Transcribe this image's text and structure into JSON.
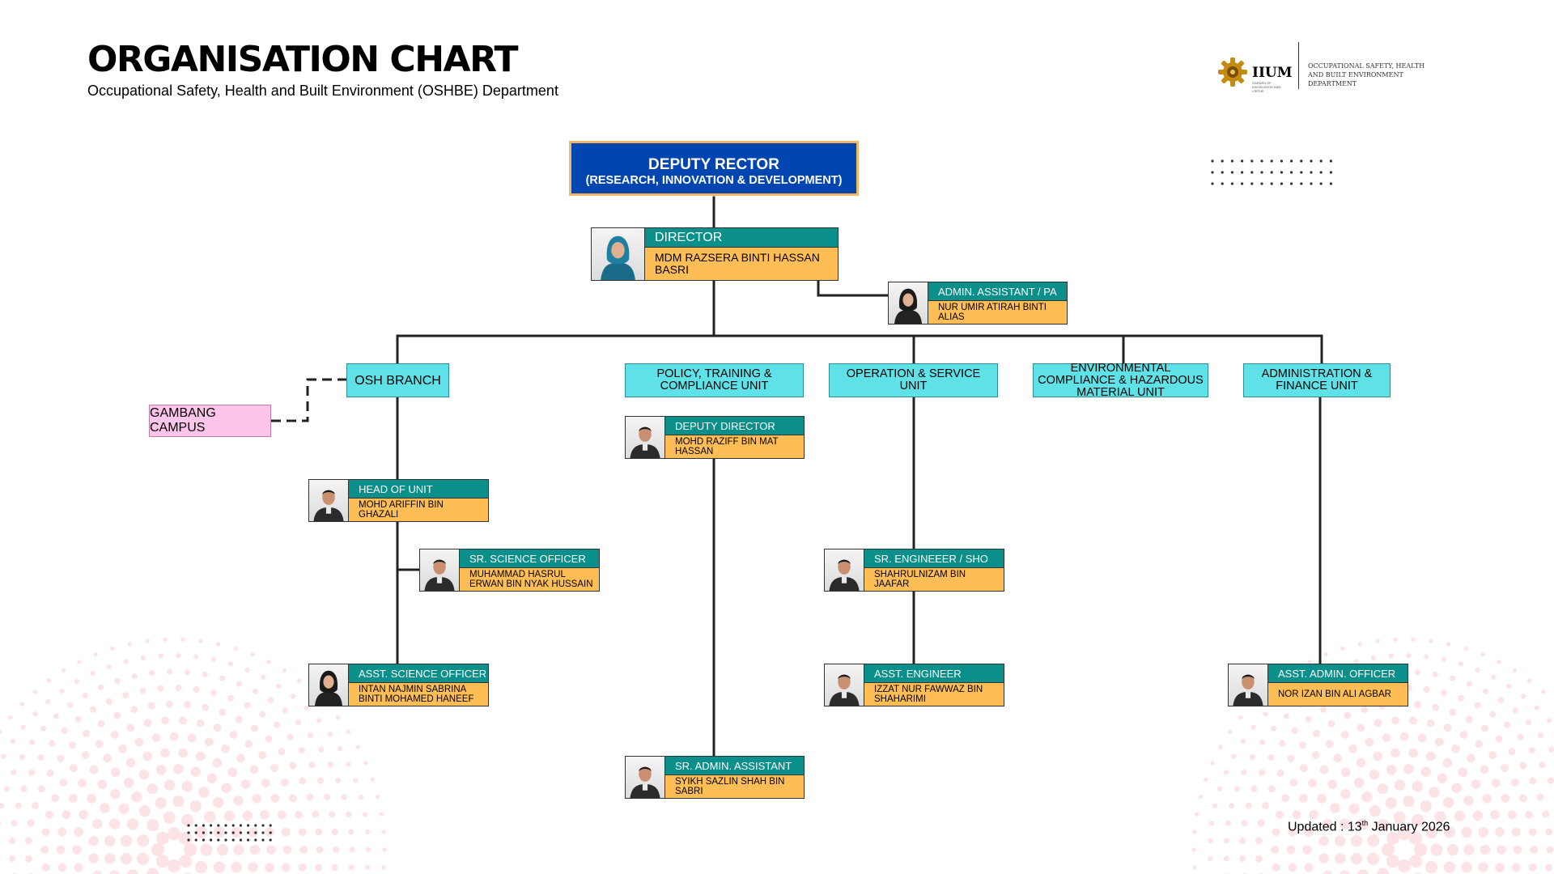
{
  "header": {
    "title": "ORGANISATION CHART",
    "subtitle": "Occupational Safety, Health and Built Environment (OSHBE) Department"
  },
  "logo": {
    "mark": "IIUM",
    "tagline": "GARDEN OF KNOWLEDGE AND VIRTUE",
    "dept_lines": [
      "OCCUPATIONAL SAFETY, HEALTH",
      "AND BUILT ENVIRONMENT",
      "DEPARTMENT"
    ]
  },
  "top": {
    "title": "DEPUTY RECTOR",
    "subtitle": "(RESEARCH, INNOVATION & DEVELOPMENT)"
  },
  "units": {
    "osh_branch": "OSH BRANCH",
    "gambang": "GAMBANG CAMPUS",
    "policy": "POLICY, TRAINING & COMPLIANCE UNIT",
    "operation": "OPERATION & SERVICE UNIT",
    "environmental": "ENVIRONMENTAL COMPLIANCE & HAZARDOUS MATERIAL UNIT",
    "admin_finance": "ADMINISTRATION & FINANCE UNIT"
  },
  "staff": {
    "director": {
      "role": "DIRECTOR",
      "name": "MDM RAZSERA BINTI HASSAN BASRI"
    },
    "admin_assistant_pa": {
      "role": "ADMIN. ASSISTANT / PA",
      "name": "NUR UMIR ATIRAH BINTI ALIAS"
    },
    "deputy_director": {
      "role": "DEPUTY DIRECTOR",
      "name": "MOHD RAZIFF BIN MAT HASSAN"
    },
    "head_of_unit": {
      "role": "HEAD OF UNIT",
      "name": "MOHD ARIFFIN BIN GHAZALI"
    },
    "sr_science_officer": {
      "role": "SR. SCIENCE OFFICER",
      "name": "MUHAMMAD HASRUL ERWAN BIN NYAK HUSSAIN"
    },
    "asst_science_officer": {
      "role": "ASST. SCIENCE OFFICER",
      "name": "INTAN NAJMIN SABRINA BINTI MOHAMED HANEEF"
    },
    "sr_engineer": {
      "role": "SR. ENGINEEER / SHO",
      "name": "SHAHRULNIZAM BIN JAAFAR"
    },
    "asst_engineer": {
      "role": "ASST. ENGINEER",
      "name": "IZZAT NUR FAWWAZ BIN SHAHARIMI"
    },
    "asst_admin_officer": {
      "role": "ASST. ADMIN. OFFICER",
      "name": "NOR IZAN BIN ALI AGBAR"
    },
    "sr_admin_assistant": {
      "role": "SR. ADMIN. ASSISTANT",
      "name": "SYIKH SAZLIN SHAH BIN SABRI"
    }
  },
  "footer": {
    "updated_prefix": "Updated : 13",
    "updated_sup": "th",
    "updated_suffix": " January 2026"
  },
  "colors": {
    "rector_bg": "#0045b0",
    "rector_border": "#f0b860",
    "unit_bg": "#5fe1e8",
    "role_bg": "#0a8f8a",
    "name_bg": "#ffbe55",
    "gambang_bg": "#fdc5ea",
    "dots_decor": "#fbe3e6"
  }
}
